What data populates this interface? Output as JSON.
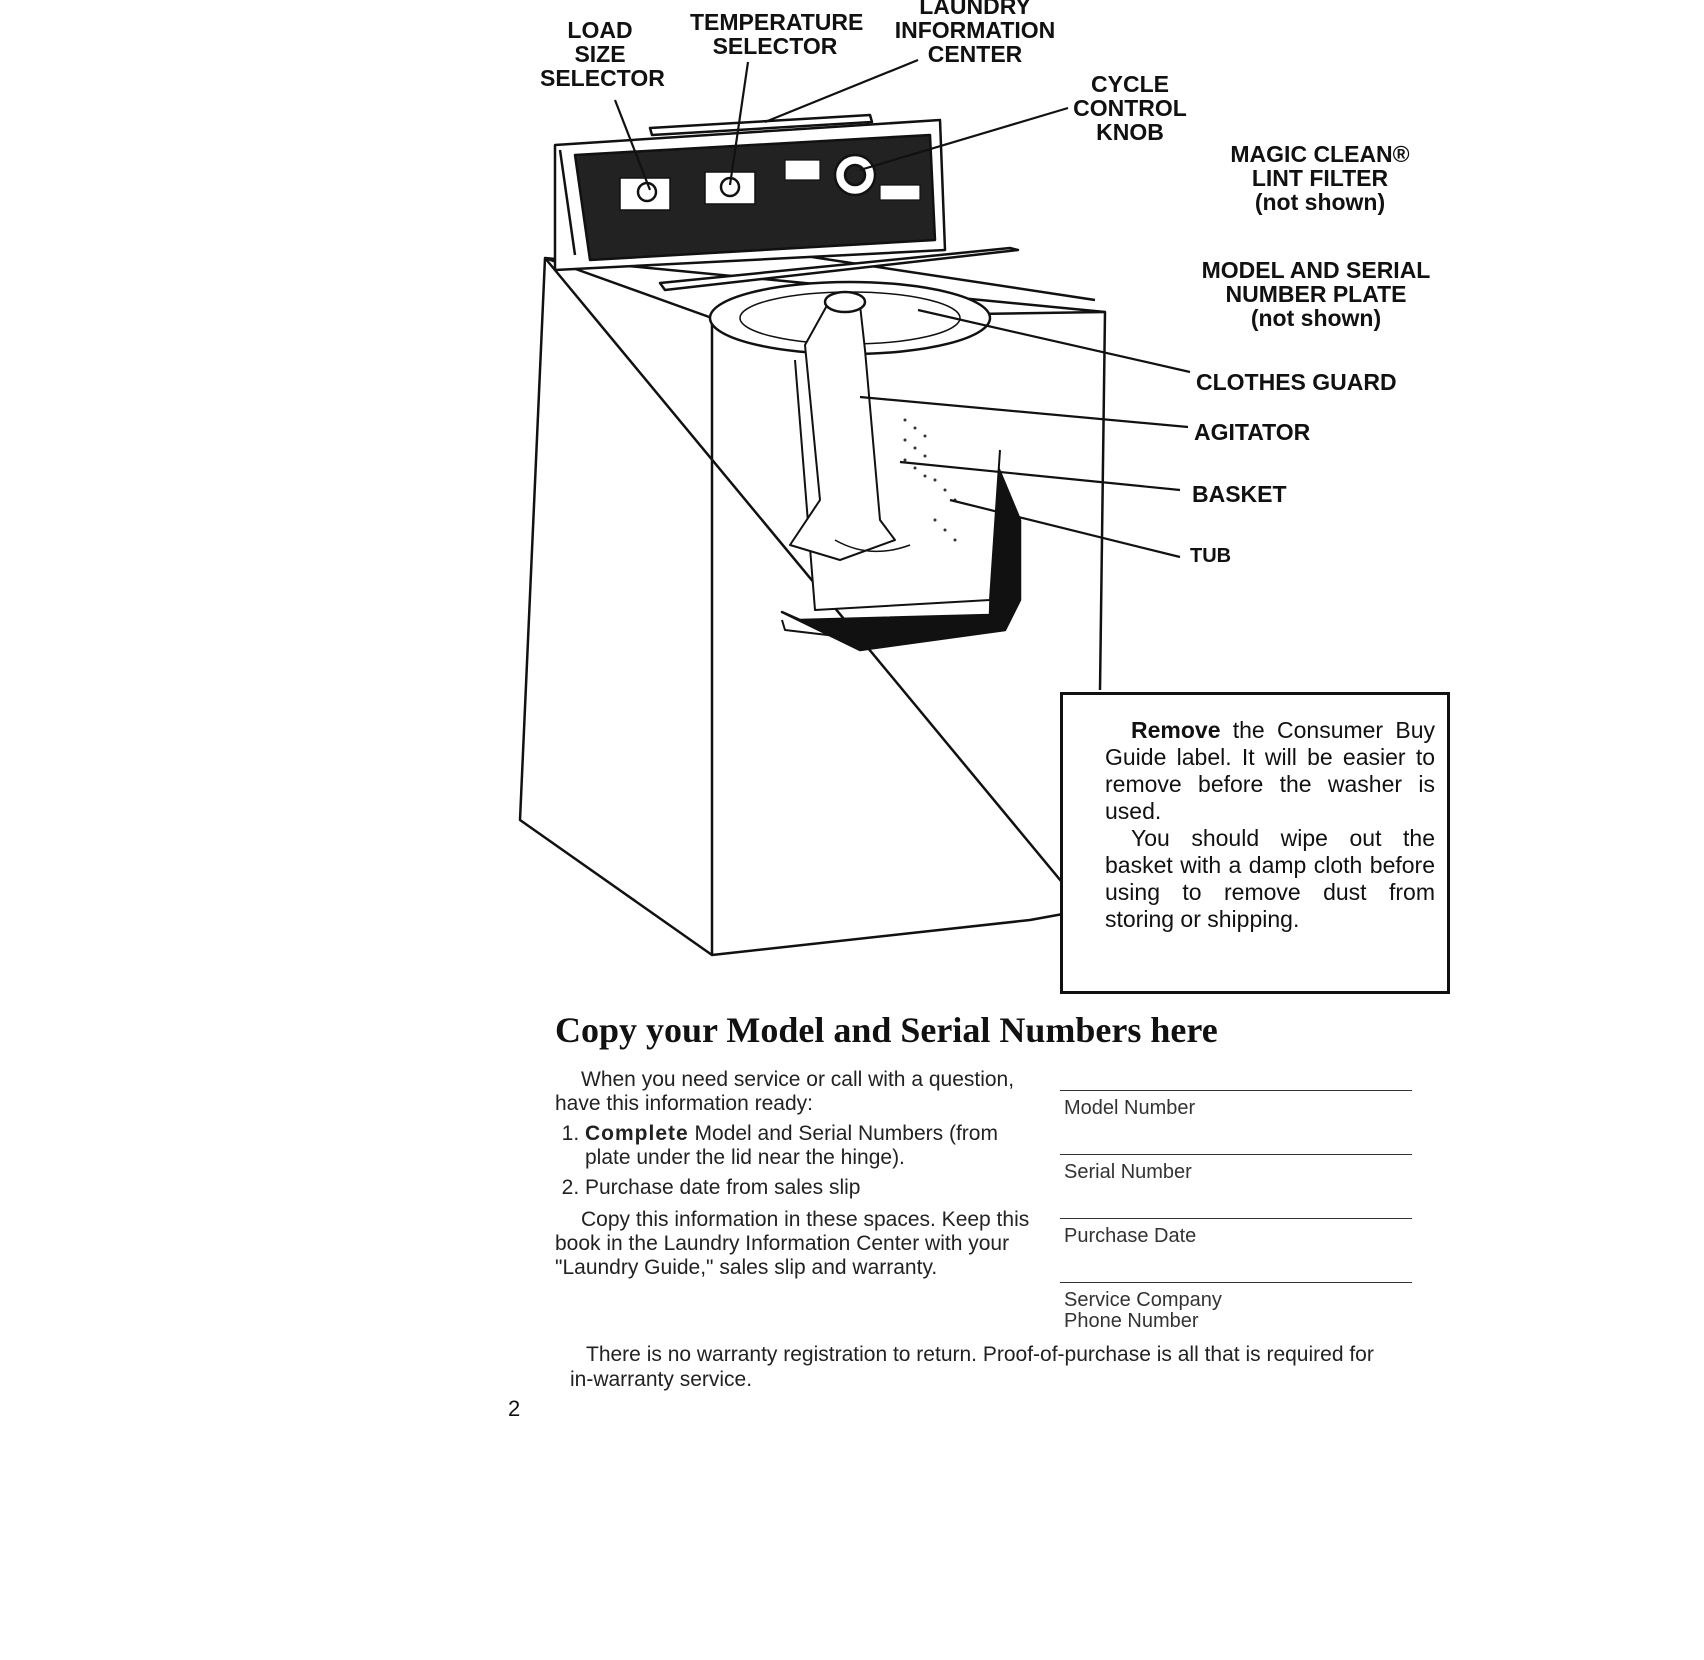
{
  "callouts": {
    "load_size": [
      "LOAD",
      "SIZE",
      "SELECTOR"
    ],
    "temperature": [
      "TEMPERATURE",
      "SELECTOR"
    ],
    "laundry_info": [
      "LAUNDRY",
      "INFORMATION",
      "CENTER"
    ],
    "cycle_control": [
      "CYCLE",
      "CONTROL",
      "KNOB"
    ],
    "magic_clean": [
      "MAGIC CLEAN®",
      "LINT FILTER",
      "(not shown)"
    ],
    "model_serial_plate": [
      "MODEL AND SERIAL",
      "NUMBER PLATE",
      "(not shown)"
    ],
    "clothes_guard": "CLOTHES GUARD",
    "agitator": "AGITATOR",
    "basket": "BASKET",
    "tub": "TUB"
  },
  "note": {
    "p1_bold": "Remove",
    "p1_rest": " the Consumer Buy Guide label. It will be easier to remove before the washer is used.",
    "p2": "You should wipe out the basket with a damp cloth before using to remove dust from storing or shipping."
  },
  "section": {
    "heading": "Copy your Model and Serial Numbers here",
    "intro": "When you need service or call with a question, have this information ready:",
    "item1_bold": "Complete",
    "item1_rest": " Model and Serial Numbers (from plate under the lid near the hinge).",
    "item2": "Purchase date from sales slip",
    "copy_text": "Copy this information in these spaces. Keep this book in the Laundry Information Center with your \"Laundry Guide,\" sales slip and warranty.",
    "warranty_text": "There is no warranty registration to return. Proof-of-purchase is all that is required for in-warranty service."
  },
  "fields": {
    "model": "Model Number",
    "serial": "Serial Number",
    "purchase_date": "Purchase Date",
    "service_company": "Service Company",
    "phone": "Phone Number"
  },
  "page_number": "2"
}
